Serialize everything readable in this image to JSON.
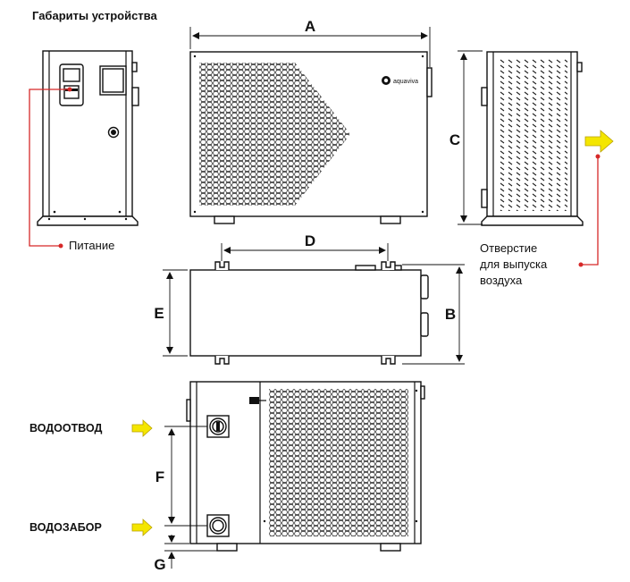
{
  "title": "Габариты устройства",
  "brand": "aquaviva",
  "dimensions": {
    "a": "A",
    "b": "B",
    "c": "C",
    "d": "D",
    "e": "E",
    "f": "F",
    "g": "G"
  },
  "labels": {
    "power": "Питание",
    "air_outlet_1": "Отверстие",
    "air_outlet_2": "для выпуска",
    "air_outlet_3": "воздуха",
    "water_out": "ВОДООТВОД",
    "water_in": "ВОДОЗАБОР"
  },
  "colors": {
    "accent_red": "#d62828",
    "arrow_yellow": "#f4e600",
    "line": "#111111"
  }
}
